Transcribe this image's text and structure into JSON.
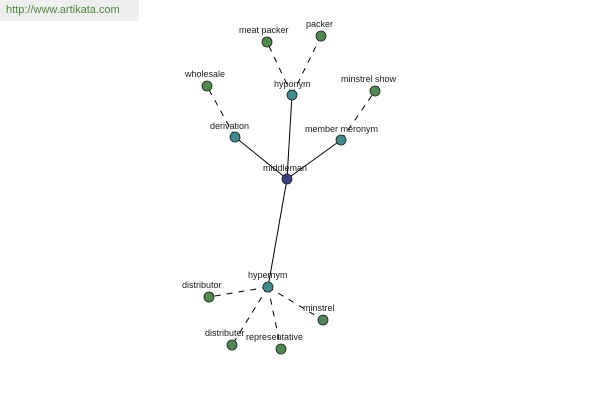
{
  "watermark": "http://www.artikata.com",
  "colors": {
    "center_node": "#3b3f86",
    "relation_node": "#3f8b8f",
    "leaf_node": "#4e8a4e",
    "watermark_text": "#4a8a3a",
    "watermark_bg": "#efefef"
  },
  "graph": {
    "center": {
      "id": "middleman",
      "label": "middleman"
    },
    "relations": [
      {
        "id": "hyponym",
        "label": "hyponym"
      },
      {
        "id": "derivation",
        "label": "derivation"
      },
      {
        "id": "member_meronym",
        "label": "member meronym"
      },
      {
        "id": "hypernym",
        "label": "hypernym"
      }
    ],
    "leaves": [
      {
        "id": "meat_packer",
        "label": "meat packer",
        "parent": "hyponym"
      },
      {
        "id": "packer",
        "label": "packer",
        "parent": "hyponym"
      },
      {
        "id": "wholesale",
        "label": "wholesale",
        "parent": "derivation"
      },
      {
        "id": "minstrel_show",
        "label": "minstrel show",
        "parent": "member_meronym"
      },
      {
        "id": "distributor_1",
        "label": "distributor",
        "parent": "hypernym"
      },
      {
        "id": "minstrel",
        "label": "minstrel",
        "parent": "hypernym"
      },
      {
        "id": "distributer",
        "label": "distributer",
        "parent": "hypernym"
      },
      {
        "id": "representative",
        "label": "representative",
        "parent": "hypernym"
      }
    ]
  }
}
